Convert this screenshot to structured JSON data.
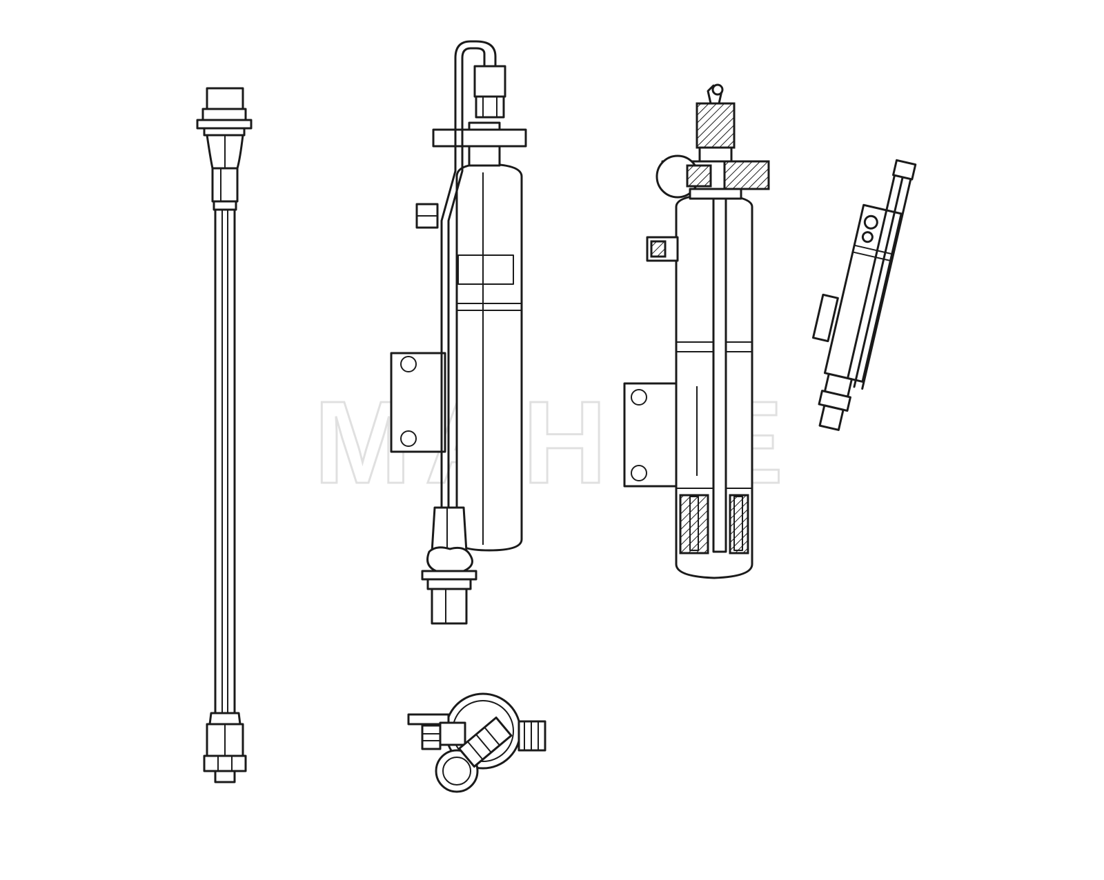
{
  "watermark": {
    "text": "MAHLE",
    "stroke_color": "#dddddd"
  },
  "colors": {
    "line": "#1a1a1a",
    "background": "#ffffff"
  },
  "parts": [
    {
      "id": "pressure-switch-line",
      "icon": "pressure-switch-pipe-icon"
    },
    {
      "id": "receiver-drier-front",
      "icon": "receiver-drier-icon"
    },
    {
      "id": "receiver-drier-section",
      "icon": "receiver-drier-cutaway-icon"
    },
    {
      "id": "receiver-drier-side",
      "icon": "receiver-drier-side-icon"
    },
    {
      "id": "drier-top-view",
      "icon": "drier-top-view-icon"
    }
  ]
}
